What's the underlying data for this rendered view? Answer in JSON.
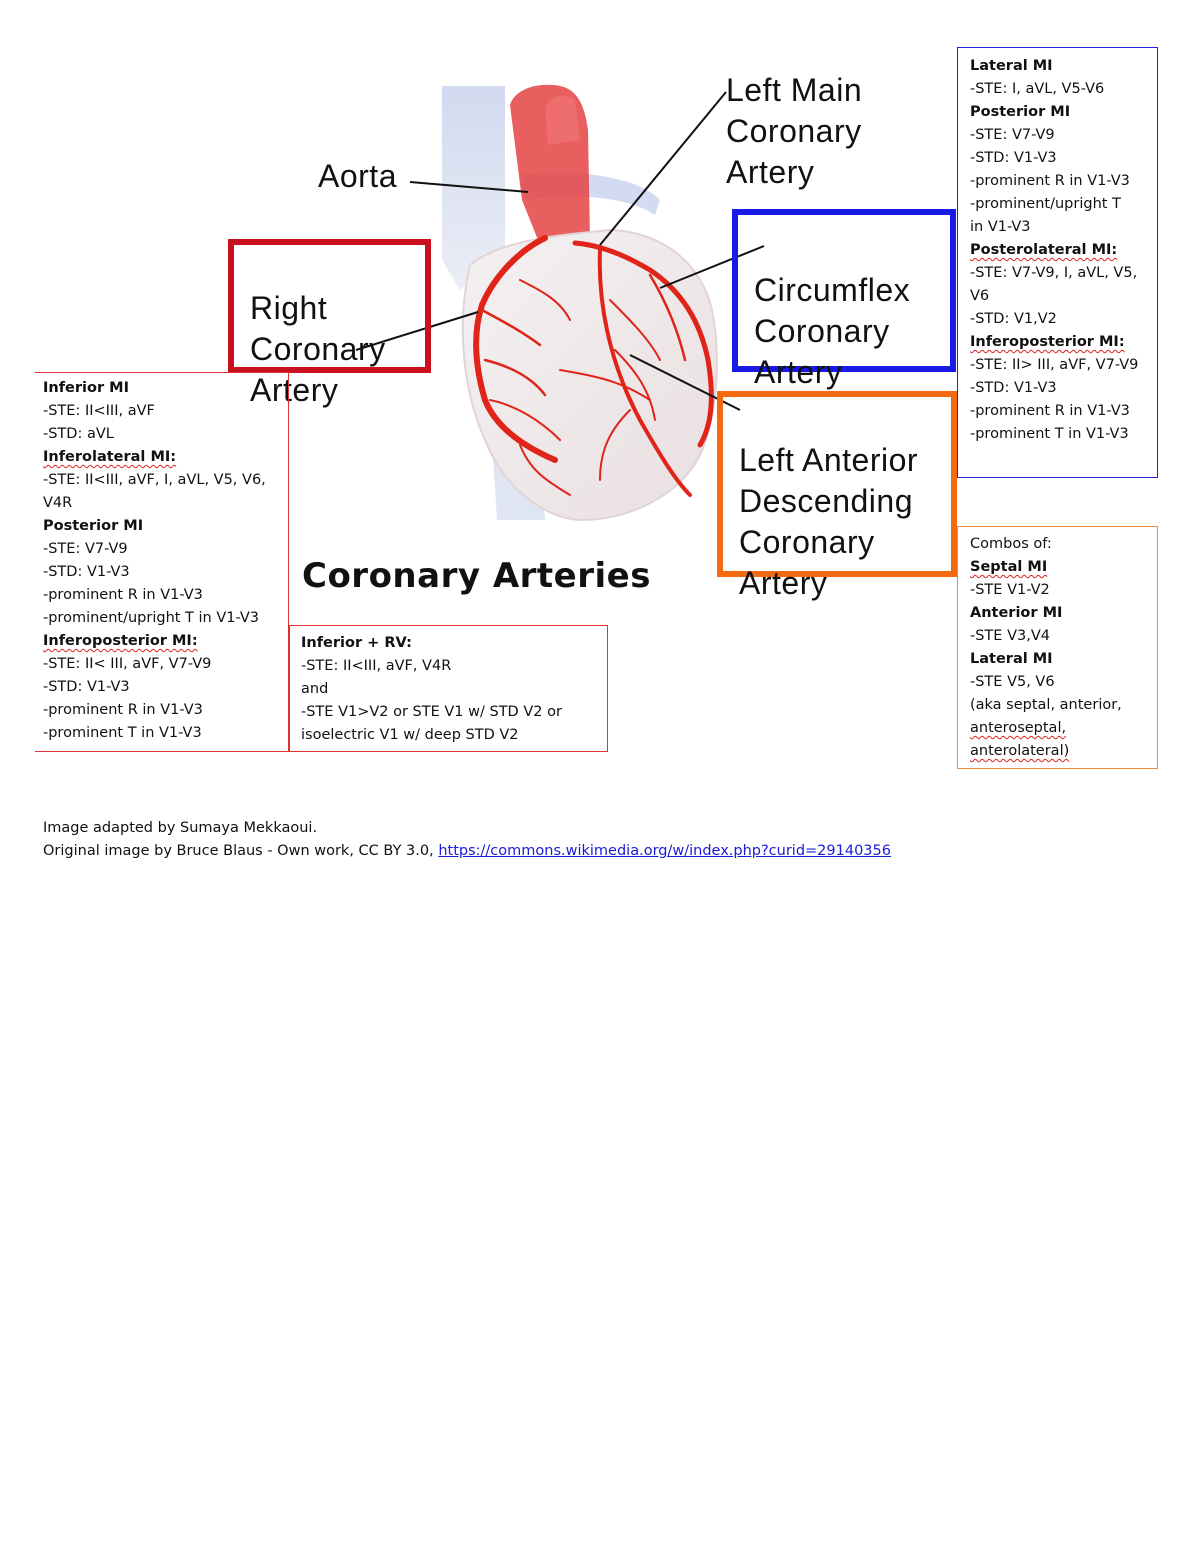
{
  "title": "Coronary Arteries",
  "labels": {
    "aorta": "Aorta",
    "left_main": "Left Main\nCoronary\nArtery",
    "right_coronary": "Right\nCoronary\nArtery",
    "circumflex": "Circumflex\nCoronary\nArtery",
    "lad": "Left Anterior\nDescending\nCoronary\nArtery"
  },
  "colors": {
    "rca_box": "#c8101e",
    "circumflex_box": "#1a1ae6",
    "lad_box": "#f26b10",
    "artery": "#e0241a",
    "aorta": "#e43a3a",
    "link": "#1a1ad8"
  },
  "notes": {
    "inferior": [
      "Inferior MI",
      "-STE: II<III, aVF",
      "-STD: aVL",
      "Inferolateral MI:",
      "-STE: II<III, aVF, I, aVL, V5, V6,",
      "V4R",
      "Posterior MI",
      "-STE: V7-V9",
      "-STD: V1-V3",
      "-prominent  R in V1-V3",
      "-prominent/upright  T in V1-V3",
      "Inferoposterior MI:",
      "-STE: II< III, aVF, V7-V9",
      "-STD: V1-V3",
      "-prominent  R in V1-V3",
      "-prominent  T in V1-V3"
    ],
    "inferior_rv": [
      "Inferior + RV:",
      "-STE: II<III, aVF, V4R",
      "and",
      "-STE V1>V2 or STE V1 w/ STD V2 or",
      "isoelectric V1 w/ deep STD V2"
    ],
    "lateral": [
      "Lateral MI",
      "-STE: I, aVL, V5-V6",
      "Posterior MI",
      "-STE: V7-V9",
      "-STD: V1-V3",
      "-prominent  R in V1-V3",
      "-prominent/upright  T",
      "in V1-V3",
      "Posterolateral MI:",
      "-STE: V7-V9, I, aVL, V5,",
      "V6",
      "-STD: V1,V2",
      "Inferoposterior MI:",
      "-STE: II> III, aVF, V7-V9",
      "-STD: V1-V3",
      "-prominent  R in V1-V3",
      "-prominent  T in V1-V3"
    ],
    "combos": [
      "Combos of:",
      "Septal MI",
      "-STE V1-V2",
      "Anterior MI",
      "-STE V3,V4",
      "Lateral MI",
      "-STE V5, V6",
      "(aka septal, anterior,",
      "anteroseptal,",
      "anterolateral)"
    ]
  },
  "credits": {
    "line1": "Image adapted by Sumaya Mekkaoui.",
    "line2_prefix": "Original image by Bruce Blaus - Own work,  CC BY 3.0, ",
    "link": "https://commons.wikimedia.org/w/index.php?curid=29140356"
  }
}
